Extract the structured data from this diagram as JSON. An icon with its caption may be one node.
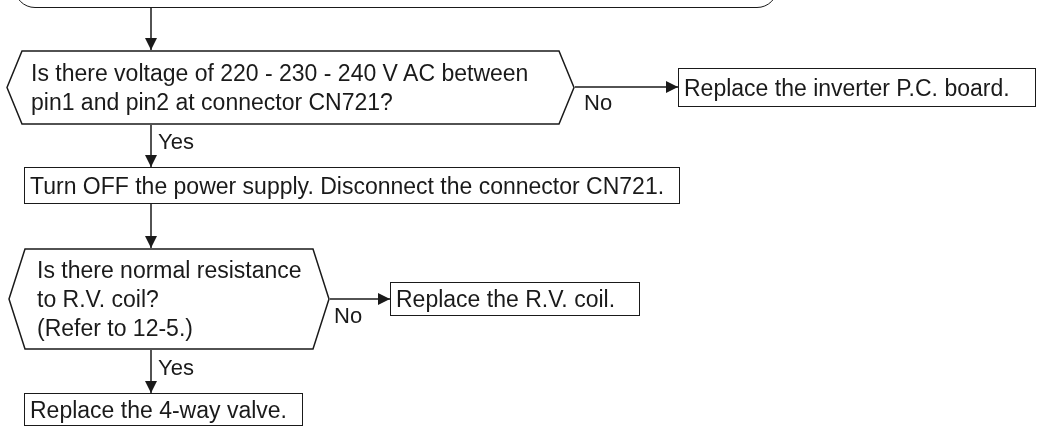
{
  "diagram": {
    "nodes": [
      {
        "text": [],
        "shape": "box"
      },
      {
        "text": [
          "Is there voltage of 220 - 230 - 240 V AC between pin1 and pin2 at connector CN721?"
        ]
      },
      {
        "text": [
          "Replace the inverter P.C. board."
        ]
      },
      {
        "text": [
          "Turn OFF the power supply. Disconnect the connector CN721."
        ]
      },
      {
        "text": [
          "Is there normal resistance to R.V. coil?",
          "(Refer to 12-5.)"
        ]
      },
      {
        "text": [
          "Replace the R.V. coil."
        ]
      },
      {
        "text": [
          "Replace the 4-way valve."
        ]
      }
    ],
    "edges": [
      {
        "from": 0,
        "to": 1,
        "arrow": "to"
      },
      {
        "from": 1,
        "to": 2,
        "label": "No",
        "arrow": "to"
      },
      {
        "from": 1,
        "to": 3,
        "label": "Yes",
        "arrow": "to"
      },
      {
        "from": 3,
        "to": 4,
        "arrow": "to"
      },
      {
        "from": 4,
        "to": 5,
        "label": "No",
        "arrow": "to"
      },
      {
        "from": 4,
        "to": 6,
        "label": "Yes",
        "arrow": "to"
      }
    ]
  }
}
